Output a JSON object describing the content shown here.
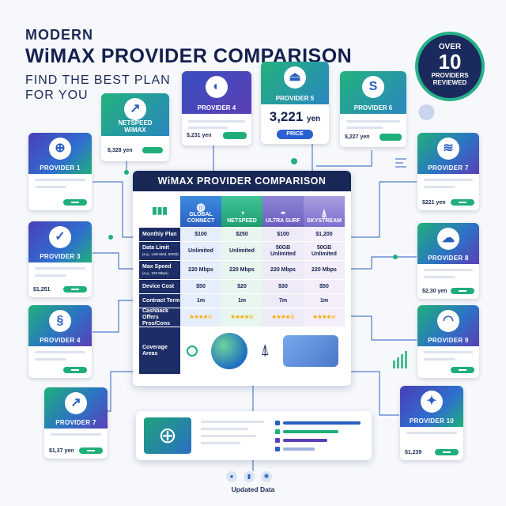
{
  "header": {
    "line1": "MODERN",
    "line2": "WiMAX PROVIDER COMPARISON",
    "line3": "FIND THE BEST PLAN",
    "line4": "FOR YOU"
  },
  "badge": {
    "top": "OVER",
    "number": "10",
    "line1": "PROVIDERS",
    "line2": "REVIEWED"
  },
  "cards": {
    "netspeed": {
      "title1": "NETSPEED",
      "title2": "WiMAX",
      "price": "$,328 yen"
    },
    "p4_top": {
      "title": "PROVIDER 4",
      "price": "$,231 yen"
    },
    "p5": {
      "title": "PROVIDER 5",
      "price_num": "3,221",
      "price_unit": "yen",
      "button": "PRICE"
    },
    "p6": {
      "title": "PROVIDER 6",
      "price": "$,227 yen"
    },
    "p1": {
      "title": "PROVIDER 1"
    },
    "p7_right": {
      "title": "PROVIDER 7",
      "price": "$221 yen"
    },
    "p3": {
      "title": "PROVIDER 3",
      "price": "$1,251"
    },
    "p8": {
      "title": "PROVIDER 8",
      "price": "$2,30 yen"
    },
    "p4_left": {
      "title": "PROVIDER 4"
    },
    "p9": {
      "title": "PROVIDER 9"
    },
    "p7_left": {
      "title": "PROVIDER 7",
      "price": "$1,37 yen"
    },
    "p10": {
      "title": "PROVIDER 10",
      "price": "$1,239"
    }
  },
  "table": {
    "title": "WiMAX PROVIDER COMPARISON",
    "columns": [
      "GLOBAL CONNECT",
      "NETSPEED",
      "ULTRA SURF",
      "SKYSTREAM"
    ],
    "rows": [
      {
        "label": "Monthly Plan",
        "values": [
          "$100",
          "$250",
          "$100",
          "$1,200"
        ]
      },
      {
        "label": "Data Limit",
        "sublabel": "(e.g., Unlimited, 50GB)",
        "values": [
          "Unlimited",
          "Unlimited",
          "50GB Unlimited",
          "50GB Unlimited"
        ]
      },
      {
        "label": "Max Speed",
        "sublabel": "(e.g., 220 Mbps)",
        "values": [
          "220 Mbps",
          "220 Mbps",
          "220 Mbps",
          "220 Mbps"
        ]
      },
      {
        "label": "Device Cost",
        "values": [
          "$50",
          "$20",
          "$30",
          "$50"
        ]
      },
      {
        "label": "Contract Term",
        "values": [
          "1m",
          "1m",
          "7m",
          "1m"
        ]
      }
    ],
    "cashback_label": "Cashback Offers",
    "proscons_label": "Pros/Cons",
    "ratings": [
      4,
      4,
      4,
      4
    ],
    "coverage_label": "Coverage Areas"
  },
  "footer": {
    "text": "Updated Data"
  },
  "colors": {
    "navy": "#182756",
    "green": "#1fae7a",
    "blue": "#2a5fc0",
    "purple": "#5b3fb6"
  }
}
